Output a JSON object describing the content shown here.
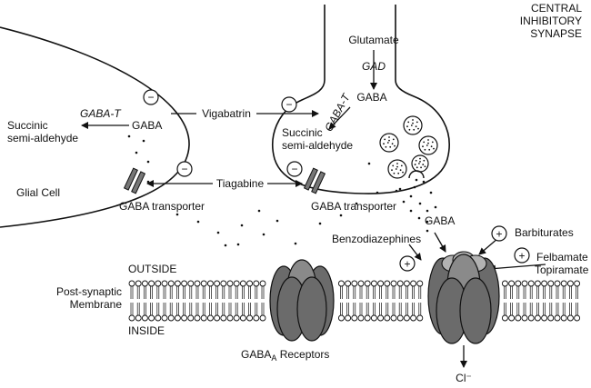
{
  "title_lines": [
    "CENTRAL",
    "INHIBITORY",
    "SYNAPSE"
  ],
  "labels": {
    "glutamate": "Glutamate",
    "gad": "GAD",
    "gaba_presynaptic": "GABA",
    "gaba_t_presynaptic": "GABA-T",
    "succinic_presynaptic_1": "Succinic",
    "succinic_presynaptic_2": "semi-aldehyde",
    "gaba_t_glial": "GABA-T",
    "gaba_glial": "GABA",
    "succinic_glial_1": "Succinic",
    "succinic_glial_2": "semi-aldehyde",
    "vigabatrin": "Vigabatrin",
    "tiagabine": "Tiagabine",
    "glial_cell": "Glial Cell",
    "gaba_transporter_glial": "GABA transporter",
    "gaba_transporter_presynaptic": "GABA transporter",
    "gaba_cleft": "GABA",
    "benzodiazephines": "Benzodiazephines",
    "barbiturates": "Barbiturates",
    "felbamate": "Felbamate",
    "topiramate": "Topiramate",
    "outside": "OUTSIDE",
    "inside": "INSIDE",
    "post_synaptic_1": "Post-synaptic",
    "post_synaptic_2": "Membrane",
    "receptors_prefix": "GABA",
    "receptors_subscript": "A",
    "receptors_suffix": " Receptors",
    "chloride": "Cl⁻"
  },
  "symbols": {
    "inhibit": "−",
    "potentiate": "+"
  },
  "colors": {
    "ink": "#111111",
    "receptor_dark": "#6b6b6b",
    "receptor_mid": "#8a8a8a",
    "receptor_light": "#b2b2b2",
    "background": "#ffffff"
  }
}
